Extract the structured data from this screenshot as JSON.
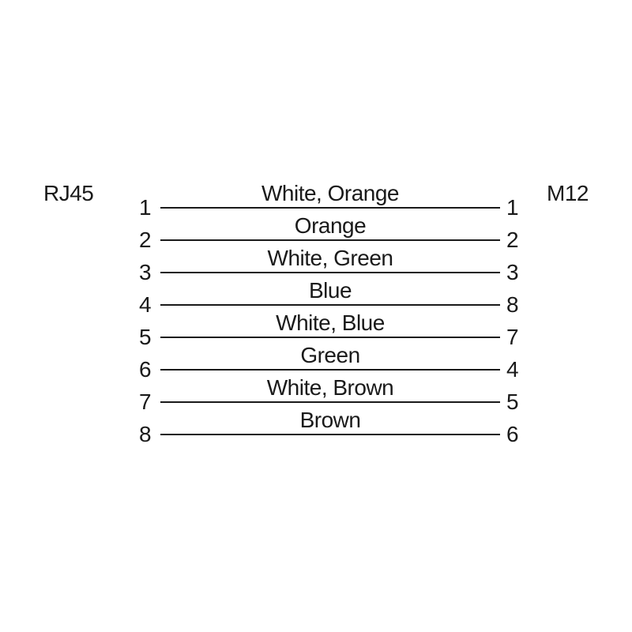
{
  "diagram": {
    "left_connector": "RJ45",
    "right_connector": "M12",
    "rows": [
      {
        "left_pin": "1",
        "label": "White, Orange",
        "right_pin": "1"
      },
      {
        "left_pin": "2",
        "label": "Orange",
        "right_pin": "2"
      },
      {
        "left_pin": "3",
        "label": "White, Green",
        "right_pin": "3"
      },
      {
        "left_pin": "4",
        "label": "Blue",
        "right_pin": "8"
      },
      {
        "left_pin": "5",
        "label": "White, Blue",
        "right_pin": "7"
      },
      {
        "left_pin": "6",
        "label": "Green",
        "right_pin": "4"
      },
      {
        "left_pin": "7",
        "label": "White, Brown",
        "right_pin": "5"
      },
      {
        "left_pin": "8",
        "label": "Brown",
        "right_pin": "6"
      }
    ],
    "colors": {
      "text": "#1a1a1a",
      "line": "#1a1a1a",
      "background": "#ffffff"
    }
  }
}
